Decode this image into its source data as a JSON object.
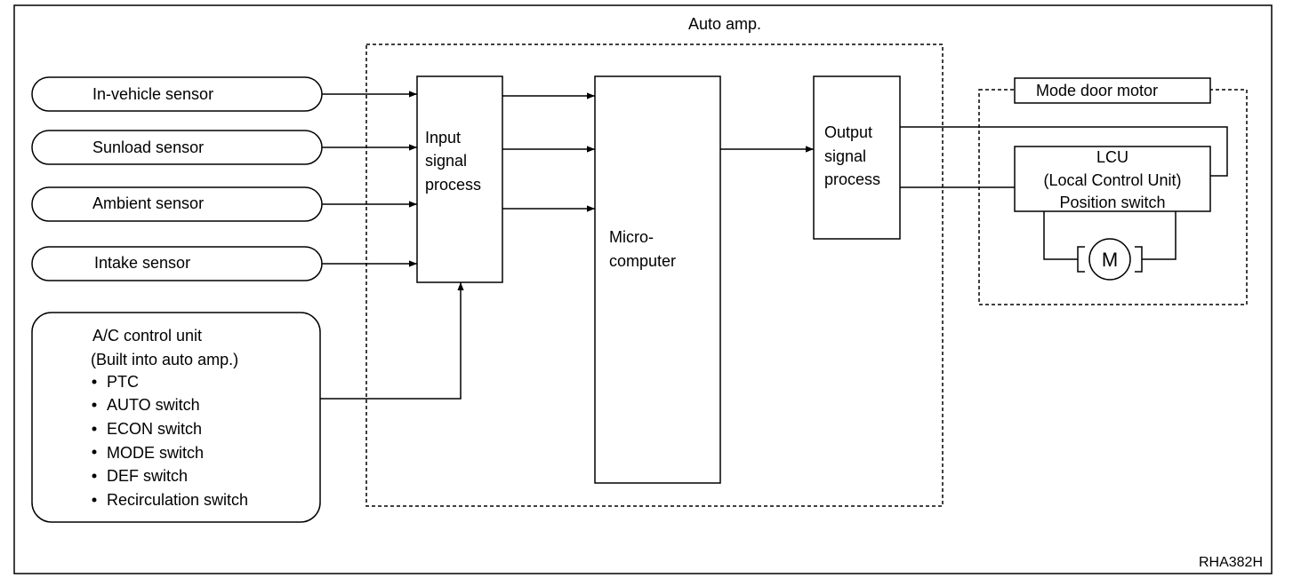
{
  "auto_amp_label": "Auto amp.",
  "sensors": [
    {
      "label": "In-vehicle sensor"
    },
    {
      "label": "Sunload sensor"
    },
    {
      "label": "Ambient sensor"
    },
    {
      "label": "Intake sensor"
    }
  ],
  "ac_control": {
    "lines": [
      "A/C control unit",
      "(Built into auto amp.)"
    ],
    "items": [
      "PTC",
      "AUTO switch",
      "ECON switch",
      "MODE switch",
      "DEF switch",
      "Recirculation switch"
    ]
  },
  "input_block": [
    "Input",
    "signal",
    "process"
  ],
  "micro_block": [
    "Micro-",
    "computer"
  ],
  "output_block": [
    "Output",
    "signal",
    "process"
  ],
  "mode_door_motor_label": "Mode door motor",
  "lcu": [
    "LCU",
    "(Local Control Unit)",
    "Position switch"
  ],
  "motor_label": "M",
  "figure_code": "RHA382H"
}
